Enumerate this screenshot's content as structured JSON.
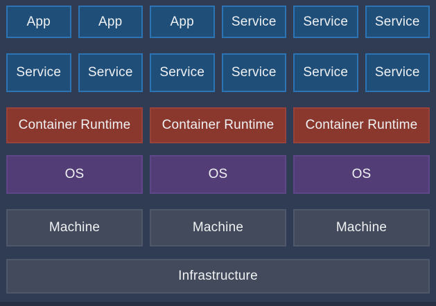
{
  "diagram": {
    "title_hint": "container-deployment-stack",
    "rows": [
      {
        "name": "apps-and-services",
        "type": "blue",
        "cells": [
          "App",
          "App",
          "App",
          "Service",
          "Service",
          "Service"
        ]
      },
      {
        "name": "services",
        "type": "blue",
        "cells": [
          "Service",
          "Service",
          "Service",
          "Service",
          "Service",
          "Service"
        ]
      },
      {
        "name": "container-runtimes",
        "type": "red",
        "cells": [
          "Container Runtime",
          "Container Runtime",
          "Container Runtime"
        ]
      },
      {
        "name": "operating-systems",
        "type": "purple",
        "cells": [
          "OS",
          "OS",
          "OS"
        ]
      },
      {
        "name": "machines",
        "type": "gray",
        "cells": [
          "Machine",
          "Machine",
          "Machine"
        ]
      },
      {
        "name": "infrastructure",
        "type": "gray",
        "cells": [
          "Infrastructure"
        ]
      }
    ]
  },
  "colors": {
    "background": "#303c54",
    "bottom_strip": "#272f43",
    "app_service_fill": "#1f4e79",
    "app_service_border": "#2d74b5",
    "container_runtime_fill": "#8a382e",
    "container_runtime_border": "#97423a",
    "os_fill": "#533d76",
    "os_border": "#5f4688",
    "machine_fill": "#424a5b",
    "machine_border": "#4f586b",
    "text": "#eff1f3"
  }
}
